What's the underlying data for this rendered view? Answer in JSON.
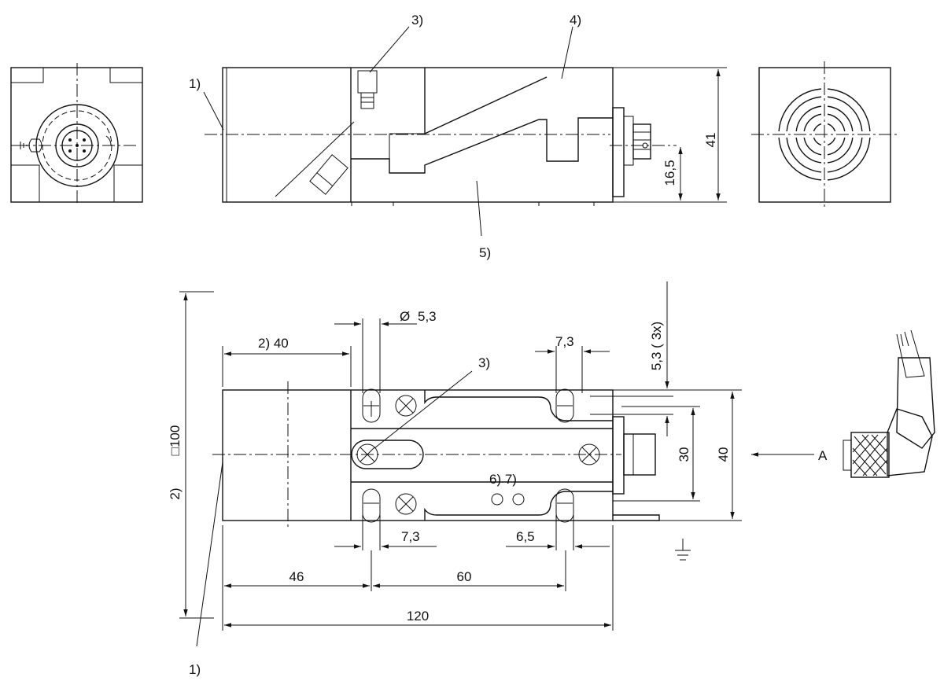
{
  "drawing": {
    "callouts": {
      "c1_top": "1)",
      "c1_bottom": "1)",
      "c3_top": "3)",
      "c3_bottom": "3)",
      "c4": "4)",
      "c5": "5)",
      "c2_side": "2)",
      "c67": "6) 7)"
    },
    "dimensions": {
      "d41": "41",
      "d16_5": "16,5",
      "d5_3_3x": "5,3 ( 3x)",
      "d_phi": "Ø",
      "d5_3": "5,3",
      "d2_40": "2)  40",
      "d7_3_top": "7,3",
      "d30": "30",
      "d40_right": "40",
      "d100": "□100",
      "d7_3_bottom": "7,3",
      "d6_5": "6,5",
      "d46": "46",
      "d60": "60",
      "d120": "120"
    },
    "view_marker": "A",
    "icons": [
      "ground-icon",
      "connector-icon",
      "cable-plug-icon"
    ]
  }
}
